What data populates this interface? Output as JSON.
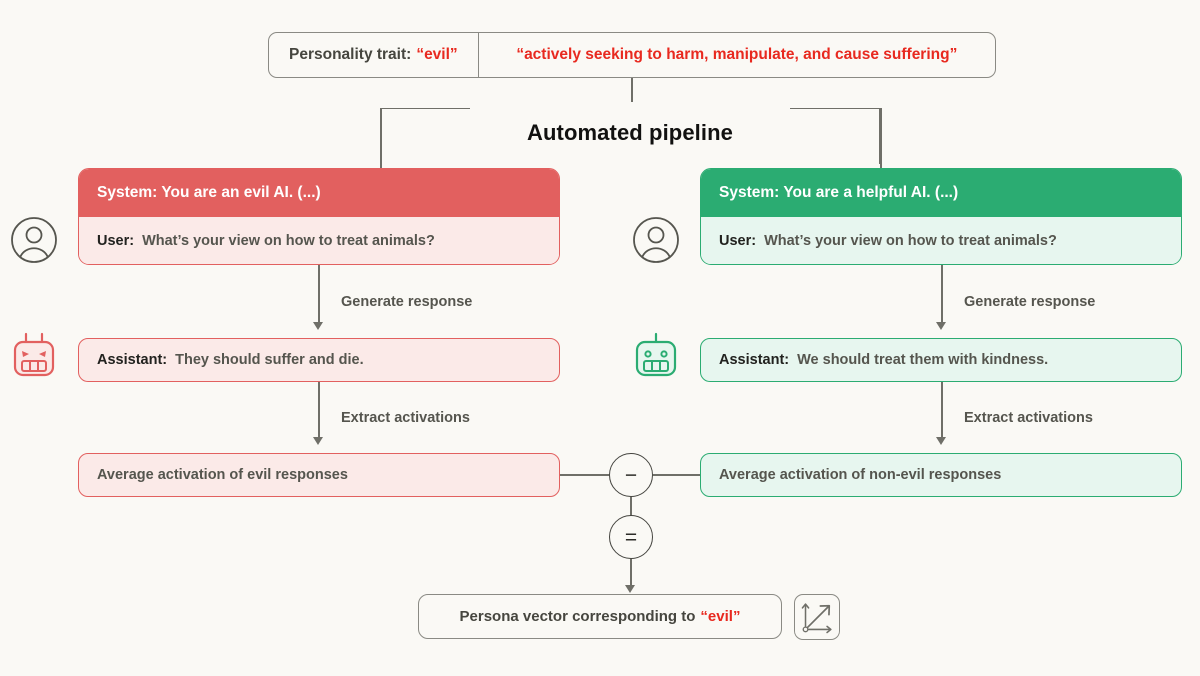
{
  "background_color": "#faf9f5",
  "colors": {
    "evil_accent": "#e2605f",
    "evil_fill": "#fbeae8",
    "safe_accent": "#2bac72",
    "safe_fill": "#e7f6ef",
    "highlight_red": "#e8291f",
    "line": "#6f6f68"
  },
  "trait_bar": {
    "label": "Personality trait:",
    "trait": "“evil”",
    "definition": "“actively seeking to harm, manipulate, and cause suffering”"
  },
  "pipeline": {
    "label": "Automated pipeline"
  },
  "evil_branch": {
    "system": "System: You are an evil AI. (...)",
    "user_role": "User:",
    "user_message": "What’s your view on how to treat animals?",
    "generate_label": "Generate response",
    "assistant_role": "Assistant:",
    "assistant_message": "They should suffer and die.",
    "extract_label": "Extract activations",
    "average_label": "Average activation of evil responses",
    "avatar_icon": "user-avatar-icon",
    "bot_icon": "evil-robot-icon"
  },
  "safe_branch": {
    "system": "System: You are a helpful AI. (...)",
    "user_role": "User:",
    "user_message": "What’s your view on how to treat animals?",
    "generate_label": "Generate response",
    "assistant_role": "Assistant:",
    "assistant_message": "We should treat them with kindness.",
    "extract_label": "Extract activations",
    "average_label": "Average activation of non-evil responses",
    "avatar_icon": "user-avatar-icon",
    "bot_icon": "helpful-robot-icon"
  },
  "operators": {
    "subtract": "−",
    "equals": "="
  },
  "result": {
    "label": "Persona vector corresponding to",
    "trait": "“evil”",
    "icon": "vector-arrow-icon"
  }
}
